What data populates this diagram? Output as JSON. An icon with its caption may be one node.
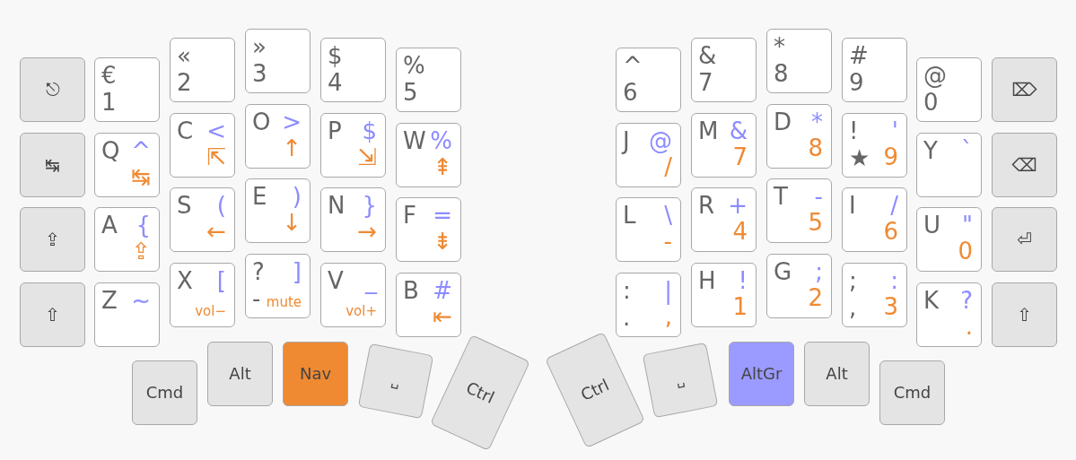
{
  "diagram": {
    "nodes": [
      {
        "text": [
          "⎋"
        ]
      },
      {
        "text": [
          "€",
          "1"
        ]
      },
      {
        "text": [
          "«",
          "2"
        ]
      },
      {
        "text": [
          "»",
          "3"
        ]
      },
      {
        "text": [
          "$",
          "4"
        ]
      },
      {
        "text": [
          "%",
          "5"
        ]
      },
      {
        "text": [
          "^",
          "6"
        ]
      },
      {
        "text": [
          "&",
          "7"
        ]
      },
      {
        "text": [
          "*",
          "8"
        ]
      },
      {
        "text": [
          "#",
          "9"
        ]
      },
      {
        "text": [
          "@",
          "0"
        ]
      },
      {
        "text": [
          "⌦"
        ]
      },
      {
        "text": [
          "↹"
        ]
      },
      {
        "text": [
          "Q",
          "^",
          "↹"
        ]
      },
      {
        "text": [
          "C",
          "<",
          "⇱"
        ]
      },
      {
        "text": [
          "O",
          ">",
          "↑"
        ]
      },
      {
        "text": [
          "P",
          "$",
          "⇲"
        ]
      },
      {
        "text": [
          "W",
          "%",
          "⇞"
        ]
      },
      {
        "text": [
          "J",
          "@",
          "/"
        ]
      },
      {
        "text": [
          "M",
          "&",
          "7"
        ]
      },
      {
        "text": [
          "D",
          "*",
          "8"
        ]
      },
      {
        "text": [
          "!",
          "'",
          "★",
          "9"
        ]
      },
      {
        "text": [
          "Y",
          "`"
        ]
      },
      {
        "text": [
          "⌫"
        ]
      },
      {
        "text": [
          "⇪"
        ]
      },
      {
        "text": [
          "A",
          "{",
          "⇪"
        ]
      },
      {
        "text": [
          "S",
          "(",
          "←"
        ]
      },
      {
        "text": [
          "E",
          ")",
          "↓"
        ]
      },
      {
        "text": [
          "N",
          "}",
          "→"
        ]
      },
      {
        "text": [
          "F",
          "=",
          "⇟"
        ]
      },
      {
        "text": [
          "L",
          "\\",
          "-"
        ]
      },
      {
        "text": [
          "R",
          "+",
          "4"
        ]
      },
      {
        "text": [
          "T",
          "-",
          "5"
        ]
      },
      {
        "text": [
          "I",
          "/",
          "6"
        ]
      },
      {
        "text": [
          "U",
          "\"",
          "0"
        ]
      },
      {
        "text": [
          "⏎"
        ]
      },
      {
        "text": [
          "⇧"
        ]
      },
      {
        "text": [
          "Z",
          "~"
        ]
      },
      {
        "text": [
          "X",
          "[",
          "vol−"
        ]
      },
      {
        "text": [
          "?",
          "]",
          "-",
          "mute"
        ]
      },
      {
        "text": [
          "V",
          "_",
          "vol+"
        ]
      },
      {
        "text": [
          "B",
          "#",
          "⇤"
        ]
      },
      {
        "text": [
          ":",
          "|",
          ".",
          ","
        ]
      },
      {
        "text": [
          "H",
          "!",
          "1"
        ]
      },
      {
        "text": [
          "G",
          ";",
          "2"
        ]
      },
      {
        "text": [
          ";",
          ":",
          ",",
          "3"
        ]
      },
      {
        "text": [
          "K",
          "?",
          "."
        ]
      },
      {
        "text": [
          "⇧"
        ]
      },
      {
        "text": [
          "Cmd"
        ]
      },
      {
        "text": [
          "Alt"
        ]
      },
      {
        "text": [
          "Nav"
        ]
      },
      {
        "text": [
          "␣"
        ]
      },
      {
        "text": [
          "Ctrl"
        ]
      },
      {
        "text": [
          "Ctrl"
        ]
      },
      {
        "text": [
          "␣"
        ]
      },
      {
        "text": [
          "AltGr"
        ]
      },
      {
        "text": [
          "Alt"
        ]
      },
      {
        "text": [
          "Cmd"
        ]
      }
    ]
  }
}
